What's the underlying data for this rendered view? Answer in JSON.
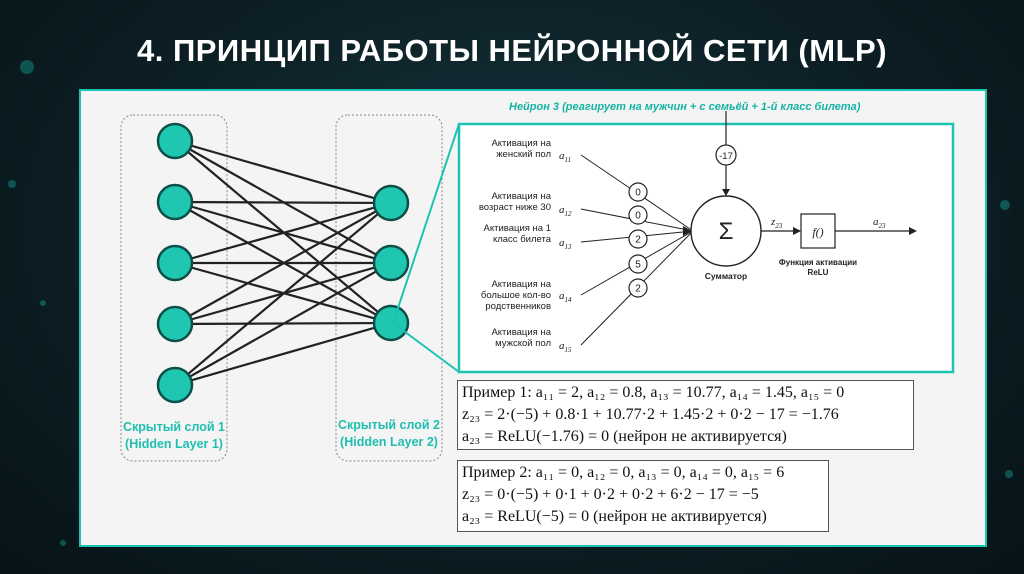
{
  "title": "4. ПРИНЦИП РАБОТЫ НЕЙРОННОЙ СЕТИ (MLP)",
  "network": {
    "layer1_label": [
      "Скрытый слой 1",
      "(Hidden Layer 1)"
    ],
    "layer2_label": [
      "Скрытый слой 2",
      "(Hidden Layer 2)"
    ],
    "layer1_nodes": 5,
    "layer2_nodes": 3
  },
  "neuron": {
    "caption": "Нейрон 3 (реагирует на мужчин + с семьёй + 1-й класс билета)",
    "bias": "-17",
    "inputs": [
      {
        "label": [
          "Активация на",
          "женский пол"
        ],
        "symbol": "a",
        "sub": "11",
        "weight": "0"
      },
      {
        "label": [
          "Активация на",
          "возраст ниже 30"
        ],
        "symbol": "a",
        "sub": "12",
        "weight": "0"
      },
      {
        "label": [
          "Активация на 1",
          "класс билета"
        ],
        "symbol": "a",
        "sub": "13",
        "weight": "2"
      },
      {
        "label": [
          "Активация на",
          "большое кол-во",
          "родственников"
        ],
        "symbol": "a",
        "sub": "14",
        "weight": "5"
      },
      {
        "label": [
          "Активация на",
          "мужской пол"
        ],
        "symbol": "a",
        "sub": "15",
        "weight": "2"
      }
    ],
    "sum_symbol": "Σ",
    "sum_label": "Сумматор",
    "z_symbol": "z",
    "z_sub": "23",
    "func_symbol": "f()",
    "func_label": [
      "Функция активации",
      "ReLU"
    ],
    "out_symbol": "a",
    "out_sub": "23"
  },
  "examples": [
    {
      "line1": "Пример 1: a₁₁ = 2, a₁₂ = 0.8, a₁₃ = 10.77, a₁₄ = 1.45, a₁₅ = 0",
      "line2": "z₂₃ = 2·(−5) + 0.8·1 + 10.77·2 + 1.45·2 + 0·2 − 17 = −1.76",
      "line3": "a₂₃ = ReLU(−1.76) = 0 (нейрон не активируется)"
    },
    {
      "line1": "Пример 2: a₁₁ = 0, a₁₂ = 0, a₁₃ = 0, a₁₄ = 0, a₁₅ = 6",
      "line2": "z₂₃ = 0·(−5) + 0·1 + 0·2 + 0·2 + 6·2 − 17 = −5",
      "line3": "a₂₃ = ReLU(−5) = 0 (нейрон не активируется)"
    }
  ],
  "colors": {
    "accent": "#1cc3b3",
    "node_fill": "#1fc6b0",
    "node_stroke": "#0e4f48",
    "caption": "#16b3a5"
  }
}
